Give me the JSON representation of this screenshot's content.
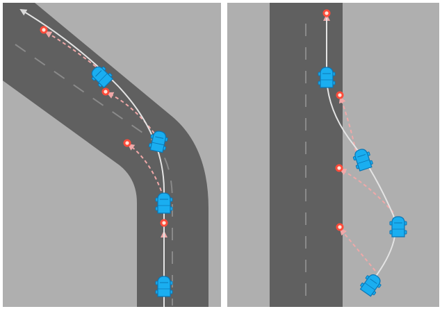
{
  "colors": {
    "background": "#ffffff",
    "ground": "#afafaf",
    "road": "#606060",
    "lane_dash": "#8a8a8a",
    "vehicle_body": "#1aaef0",
    "vehicle_stroke": "#0b76b4",
    "vehicle_window": "#0f8fd0",
    "trajectory": "#e4e4e4",
    "target_outer": "#ff4b3a",
    "target_inner": "#ffe5d8",
    "lookahead_line": "#f0a8a8",
    "path_arrow": "#d8d8d8"
  },
  "panels": [
    {
      "id": "left",
      "scenario": "curved-road-left-turn",
      "vehicle_count": 4,
      "target_point_count": 4
    },
    {
      "id": "right",
      "scenario": "straight-road-lane-merge",
      "vehicle_count": 4,
      "target_point_count": 4
    }
  ]
}
